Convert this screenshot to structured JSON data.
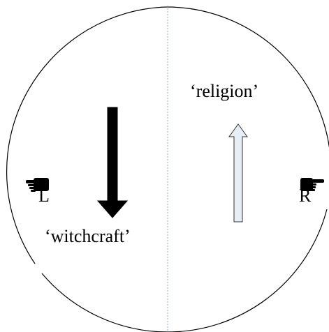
{
  "labels": {
    "up_arrow_label": "‘religion’",
    "down_arrow_label": "‘witchcraft’",
    "left_hand_label": "L",
    "right_hand_label": "R"
  },
  "icons": {
    "left_hand": "pointing-hand-left-icon",
    "right_hand": "pointing-hand-right-icon",
    "down_arrow": "arrow-down-icon",
    "up_arrow": "arrow-up-icon"
  },
  "colors": {
    "down_arrow_fill": "#000000",
    "up_arrow_fill": "#e8eef6",
    "divider": "#8fa8c8",
    "outline": "#000000"
  }
}
